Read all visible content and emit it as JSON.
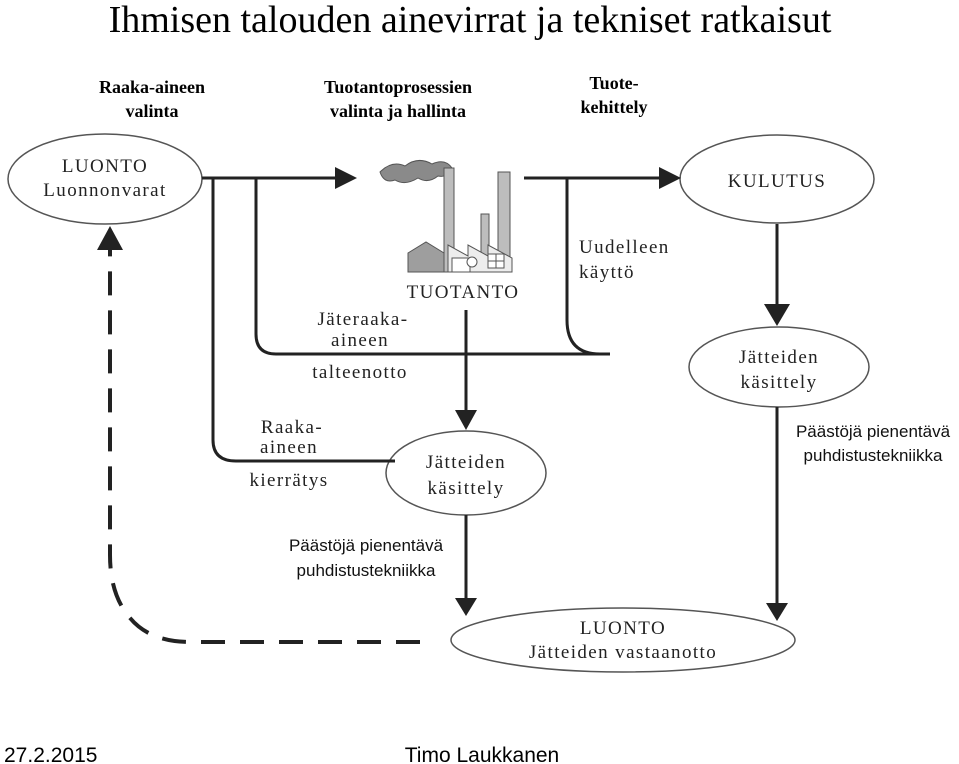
{
  "title": "Ihmisen talouden ainevirrat ja tekniset ratkaisut",
  "headers": {
    "raw_material": [
      "Raaka-aineen",
      "valinta"
    ],
    "production_process": [
      "Tuotantoprosessien",
      "valinta ja hallinta"
    ],
    "product_dev": [
      "Tuote-",
      "kehittely"
    ]
  },
  "nodes": {
    "nature_resources": [
      "LUONTO",
      "Luonnonvarat"
    ],
    "consumption": [
      "KULUTUS"
    ],
    "production": "TUOTANTO",
    "waste_processing_right": [
      "Jätteiden",
      "käsittely"
    ],
    "waste_processing_center": [
      "Jätteiden",
      "käsittely"
    ],
    "nature_waste": [
      "LUONTO",
      "Jätteiden vastaanotto"
    ]
  },
  "labels": {
    "reuse": [
      "Uudelleen",
      "käyttö"
    ],
    "waste_material_recovery": [
      "Jäteraaka-",
      "aineen",
      "talteenotto"
    ],
    "raw_material_recycling": [
      "Raaka-",
      "aineen",
      "kierrätys"
    ],
    "emission_right": [
      "Päästöjä pienentävä",
      "puhdistustekniikka"
    ],
    "emission_center": [
      "Päästöjä pienentävä",
      "puhdistustekniikka"
    ]
  },
  "footer": {
    "date": "27.2.2015",
    "author": "Timo Laukkanen"
  },
  "icons": {
    "factory": "factory-icon"
  }
}
